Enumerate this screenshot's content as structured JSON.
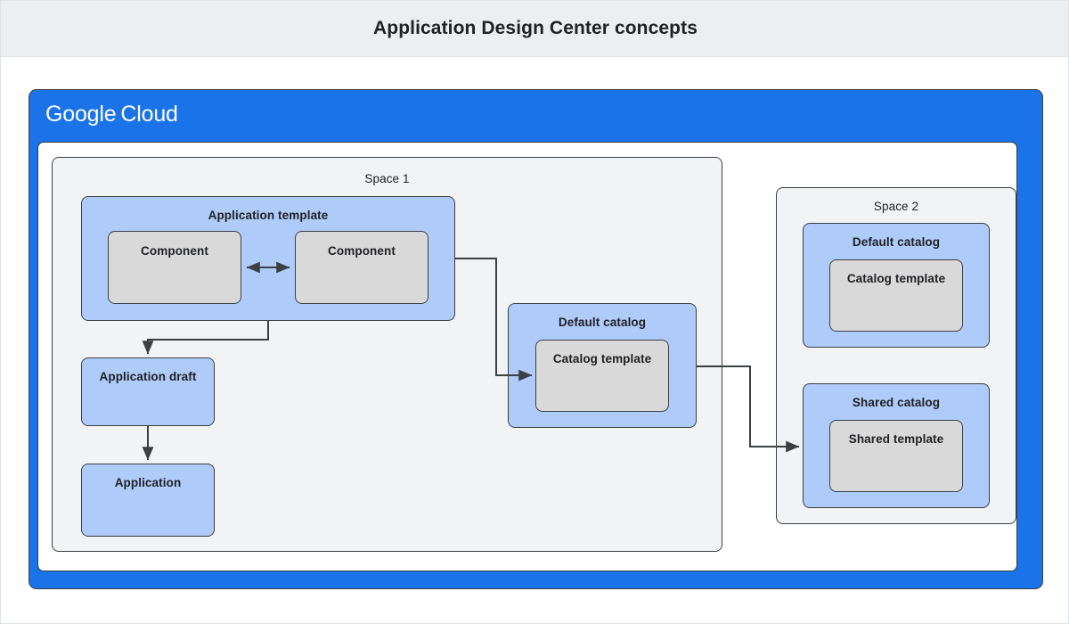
{
  "page": {
    "title": "Application Design Center concepts",
    "background": "#ffffff",
    "title_bar_background": "#eceff1"
  },
  "colors": {
    "brand_blue": "#1a73e8",
    "light_blue": "#aecbfa",
    "gray_fill": "#d9d9d9",
    "space_fill": "#f1f3f4",
    "stroke": "#3c4043",
    "text": "#202124",
    "white": "#ffffff"
  },
  "cloud_frame": {
    "logo_primary": "Google",
    "logo_secondary": "Cloud"
  },
  "space1": {
    "label": "Space 1",
    "application_template": {
      "label": "Application template",
      "components": [
        {
          "label": "Component"
        },
        {
          "label": "Component"
        }
      ]
    },
    "application_draft": {
      "label": "Application draft"
    },
    "application": {
      "label": "Application"
    },
    "default_catalog": {
      "label": "Default catalog",
      "template": {
        "label": "Catalog template"
      }
    }
  },
  "space2": {
    "label": "Space 2",
    "default_catalog": {
      "label": "Default catalog",
      "template": {
        "label": "Catalog template"
      }
    },
    "shared_catalog": {
      "label": "Shared catalog",
      "template": {
        "label": "Shared template"
      }
    }
  },
  "connectors": [
    {
      "name": "component-to-component",
      "type": "bidirectional-arrow"
    },
    {
      "name": "application-template-to-application-draft",
      "type": "arrow"
    },
    {
      "name": "application-draft-to-application",
      "type": "arrow"
    },
    {
      "name": "application-template-to-default-catalog-template",
      "type": "arrow"
    },
    {
      "name": "default-catalog-to-shared-catalog",
      "type": "arrow"
    }
  ]
}
